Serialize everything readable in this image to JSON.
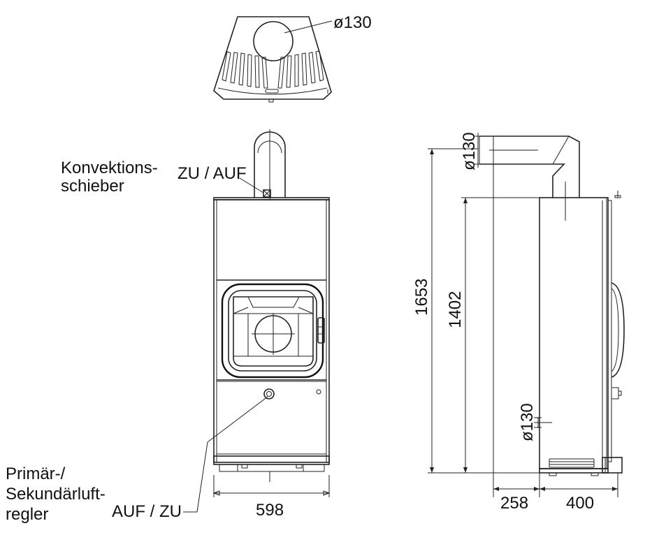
{
  "labels": {
    "top_diameter": "ø130",
    "convection_slider_line1": "Konvektions-",
    "convection_slider_line2": "schieber",
    "convection_state": "ZU / AUF",
    "primary_line1": "Primär-/",
    "primary_line2": "Sekundärluft-",
    "primary_line3": "regler",
    "primary_state": "AUF / ZU",
    "width_dim": "598",
    "side_flue_diameter": "ø130",
    "rear_flue_diameter": "ø130",
    "total_height": "1653",
    "body_height": "1402",
    "offset_dim": "258",
    "depth_dim": "400"
  },
  "colors": {
    "line": "#222222",
    "background": "#ffffff"
  }
}
